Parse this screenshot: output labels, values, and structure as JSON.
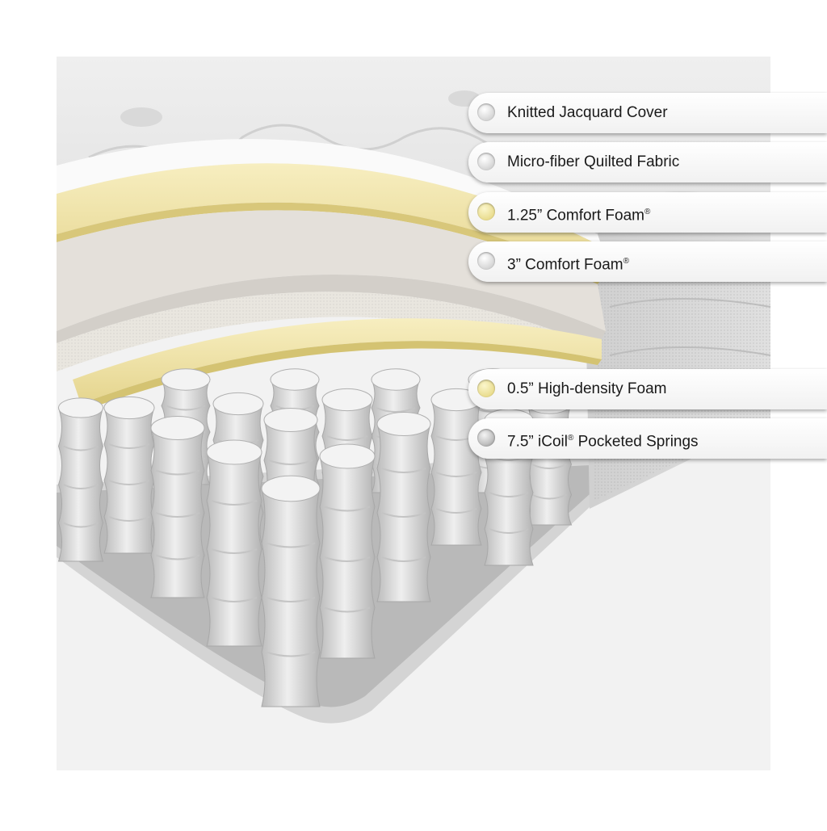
{
  "layers": [
    {
      "label": "Knitted Jacquard Cover",
      "mark": "",
      "dot_color": "#d8d8d8"
    },
    {
      "label": "Micro-fiber Quilted Fabric",
      "mark": "",
      "dot_color": "#d0d0d0"
    },
    {
      "label": "1.25” Comfort Foam",
      "mark": "®",
      "dot_color": "#e9dc8d"
    },
    {
      "label": "3” Comfort Foam",
      "mark": "®",
      "dot_color": "#d8d8d8"
    },
    {
      "label": "0.5” High-density Foam",
      "mark": "",
      "dot_color": "#e9dc8d"
    },
    {
      "label_a": "7.5” iCoil",
      "mark": "®",
      "label_b": " Pocketed Springs",
      "dot_color": "#a9a9a9"
    }
  ]
}
